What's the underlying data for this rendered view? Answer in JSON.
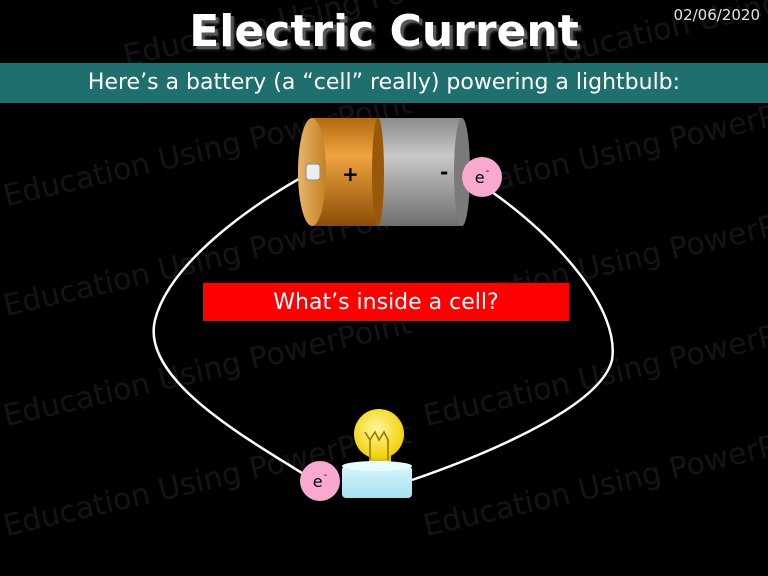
{
  "slide": {
    "title": "Electric Current",
    "date": "02/06/2020",
    "subtitle": "Here’s a battery (a “cell” really) powering a lightbulb:",
    "watermark": "Education Using PowerPoint"
  },
  "diagram": {
    "cell": {
      "plus_label": "+",
      "minus_label": "-"
    },
    "electron": {
      "symbol": "e",
      "charge": "-"
    },
    "question": "What’s inside a cell?"
  },
  "colors": {
    "background": "#000000",
    "band": "#1f6f6f",
    "question_box": "#ff0000",
    "electron": "#f9a9d0",
    "cell_positive": "#d6861c",
    "cell_negative": "#a9a9a9",
    "bulb": "#fbe54a"
  }
}
